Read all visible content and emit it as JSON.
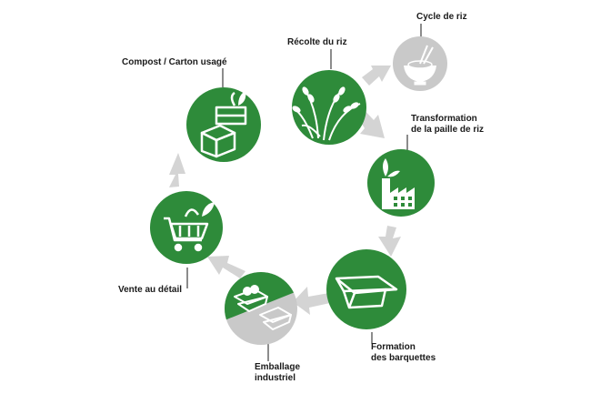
{
  "colors": {
    "green": "#2e8b3a",
    "grey_circle": "#c9c9c9",
    "arrow": "#d4d4d4",
    "leader": "#1a1a1a",
    "label": "#1a1a1a"
  },
  "stages": [
    {
      "id": "cycle-de-riz",
      "label": "Cycle de riz",
      "icon": "rice-bowl-icon",
      "style": "grey"
    },
    {
      "id": "recolte-du-riz",
      "label": "Récolte du riz",
      "icon": "rice-plant-icon",
      "style": "green"
    },
    {
      "id": "transformation",
      "label": "Transformation\nde la paille de riz",
      "icon": "factory-icon",
      "style": "green"
    },
    {
      "id": "formation",
      "label": "Formation\ndes barquettes",
      "icon": "tray-icon",
      "style": "green"
    },
    {
      "id": "emballage",
      "label": "Emballage\nindustriel",
      "icon": "packaged-trays-icon",
      "style": "half"
    },
    {
      "id": "vente",
      "label": "Vente au détail",
      "icon": "shopping-cart-icon",
      "style": "green"
    },
    {
      "id": "compost",
      "label": "Compost / Carton usagé",
      "icon": "compost-box-icon",
      "style": "green"
    }
  ]
}
